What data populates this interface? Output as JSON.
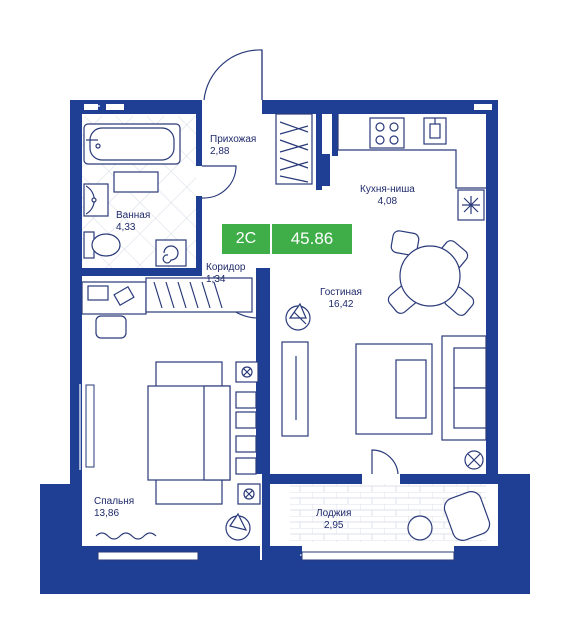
{
  "badge": {
    "type": "2C",
    "area": "45.86"
  },
  "rooms": [
    {
      "id": "hallway",
      "name": "Прихожая",
      "area": "2,88"
    },
    {
      "id": "kitchen",
      "name": "Кухня-ниша",
      "area": "4,08"
    },
    {
      "id": "bathroom",
      "name": "Ванная",
      "area": "4,33"
    },
    {
      "id": "corridor",
      "name": "Коридор",
      "area": "1,34"
    },
    {
      "id": "living",
      "name": "Гостиная",
      "area": "16,42"
    },
    {
      "id": "bedroom",
      "name": "Спальня",
      "area": "13,86"
    },
    {
      "id": "loggia",
      "name": "Лоджия",
      "area": "2,95"
    }
  ],
  "colors": {
    "wall": "#1f3f95",
    "line": "#2a3a7a",
    "accent": "#3fae49",
    "tile": "#c9cfe0"
  }
}
